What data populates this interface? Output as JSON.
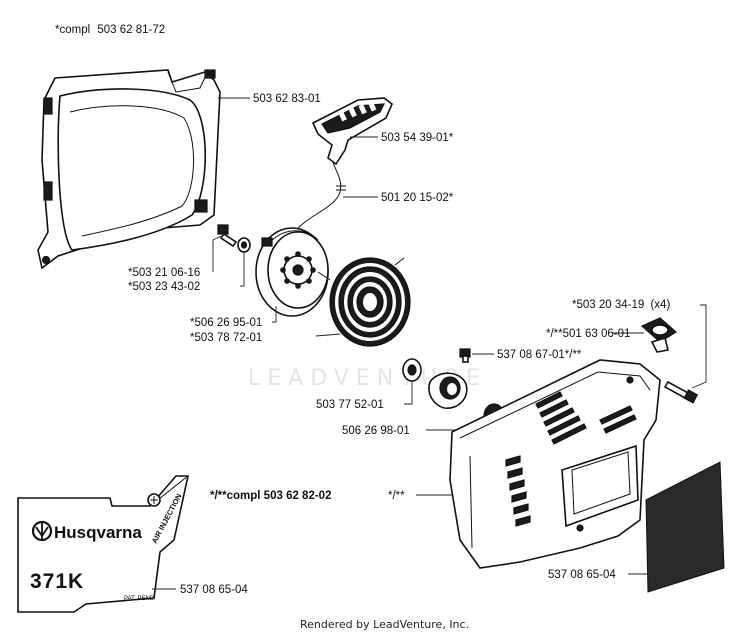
{
  "header_label": {
    "prefix": "*compl",
    "number": "503 62 81-72"
  },
  "callouts": {
    "fan_housing": "503 62 83-01",
    "handle": "503 54 39-01*",
    "rope": "501 20 15-02*",
    "screw_a": "*503 21 06-16",
    "washer_a": "*503 23 43-02",
    "pulley_a": "*506 26 95-01",
    "spring_a": "*503 78 72-01",
    "screw_b_num": "*503 20 34-19",
    "screw_b_qty": "(x4)",
    "bushing": "*/**501 63 06-01",
    "small_screw": "537 08 67-01*/**",
    "spool": "503 77 52-01",
    "pawl": "506 26 98-01",
    "cover_assy": "*/**",
    "cover_compl": "*/**compl 503 62 82-02",
    "decal_left": "537 08 65-04",
    "decal_right": "537 08 65-04"
  },
  "decal": {
    "brand": "Husqvarna",
    "model": "371K",
    "badge": "AIR INJECTION",
    "pat": "PAT. PEND."
  },
  "watermark": "LEADVENTURE",
  "footer": "Rendered by LeadVenture, Inc."
}
